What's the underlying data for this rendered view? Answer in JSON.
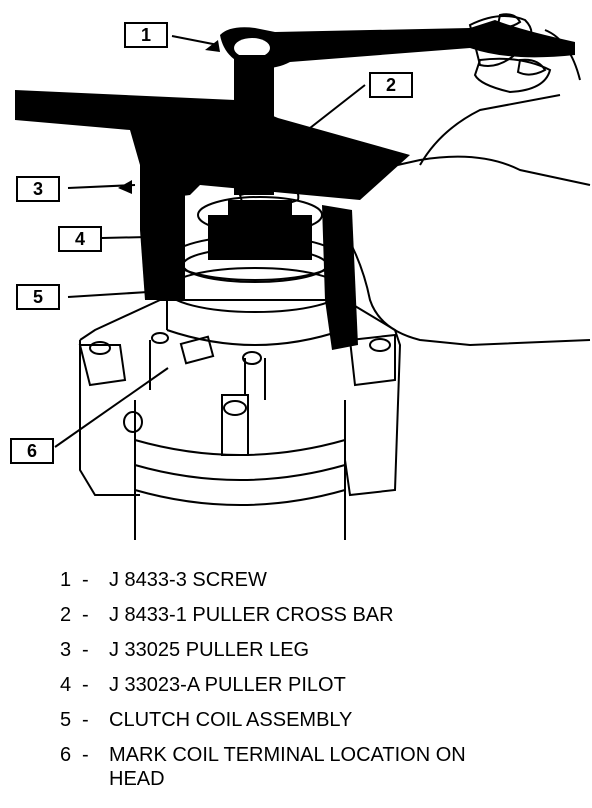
{
  "callouts": [
    "1",
    "2",
    "3",
    "4",
    "5",
    "6"
  ],
  "legend": [
    {
      "num": "1",
      "sep": "-",
      "text": "J 8433-3 SCREW"
    },
    {
      "num": "2",
      "sep": "-",
      "text": "J 8433-1 PULLER CROSS BAR"
    },
    {
      "num": "3",
      "sep": "-",
      "text": "J 33025 PULLER LEG"
    },
    {
      "num": "4",
      "sep": "-",
      "text": "J 33023-A PULLER PILOT"
    },
    {
      "num": "5",
      "sep": "-",
      "text": "CLUTCH COIL ASSEMBLY"
    },
    {
      "num": "6",
      "sep": "-",
      "text": "MARK COIL TERMINAL LOCATION ON HEAD"
    }
  ]
}
